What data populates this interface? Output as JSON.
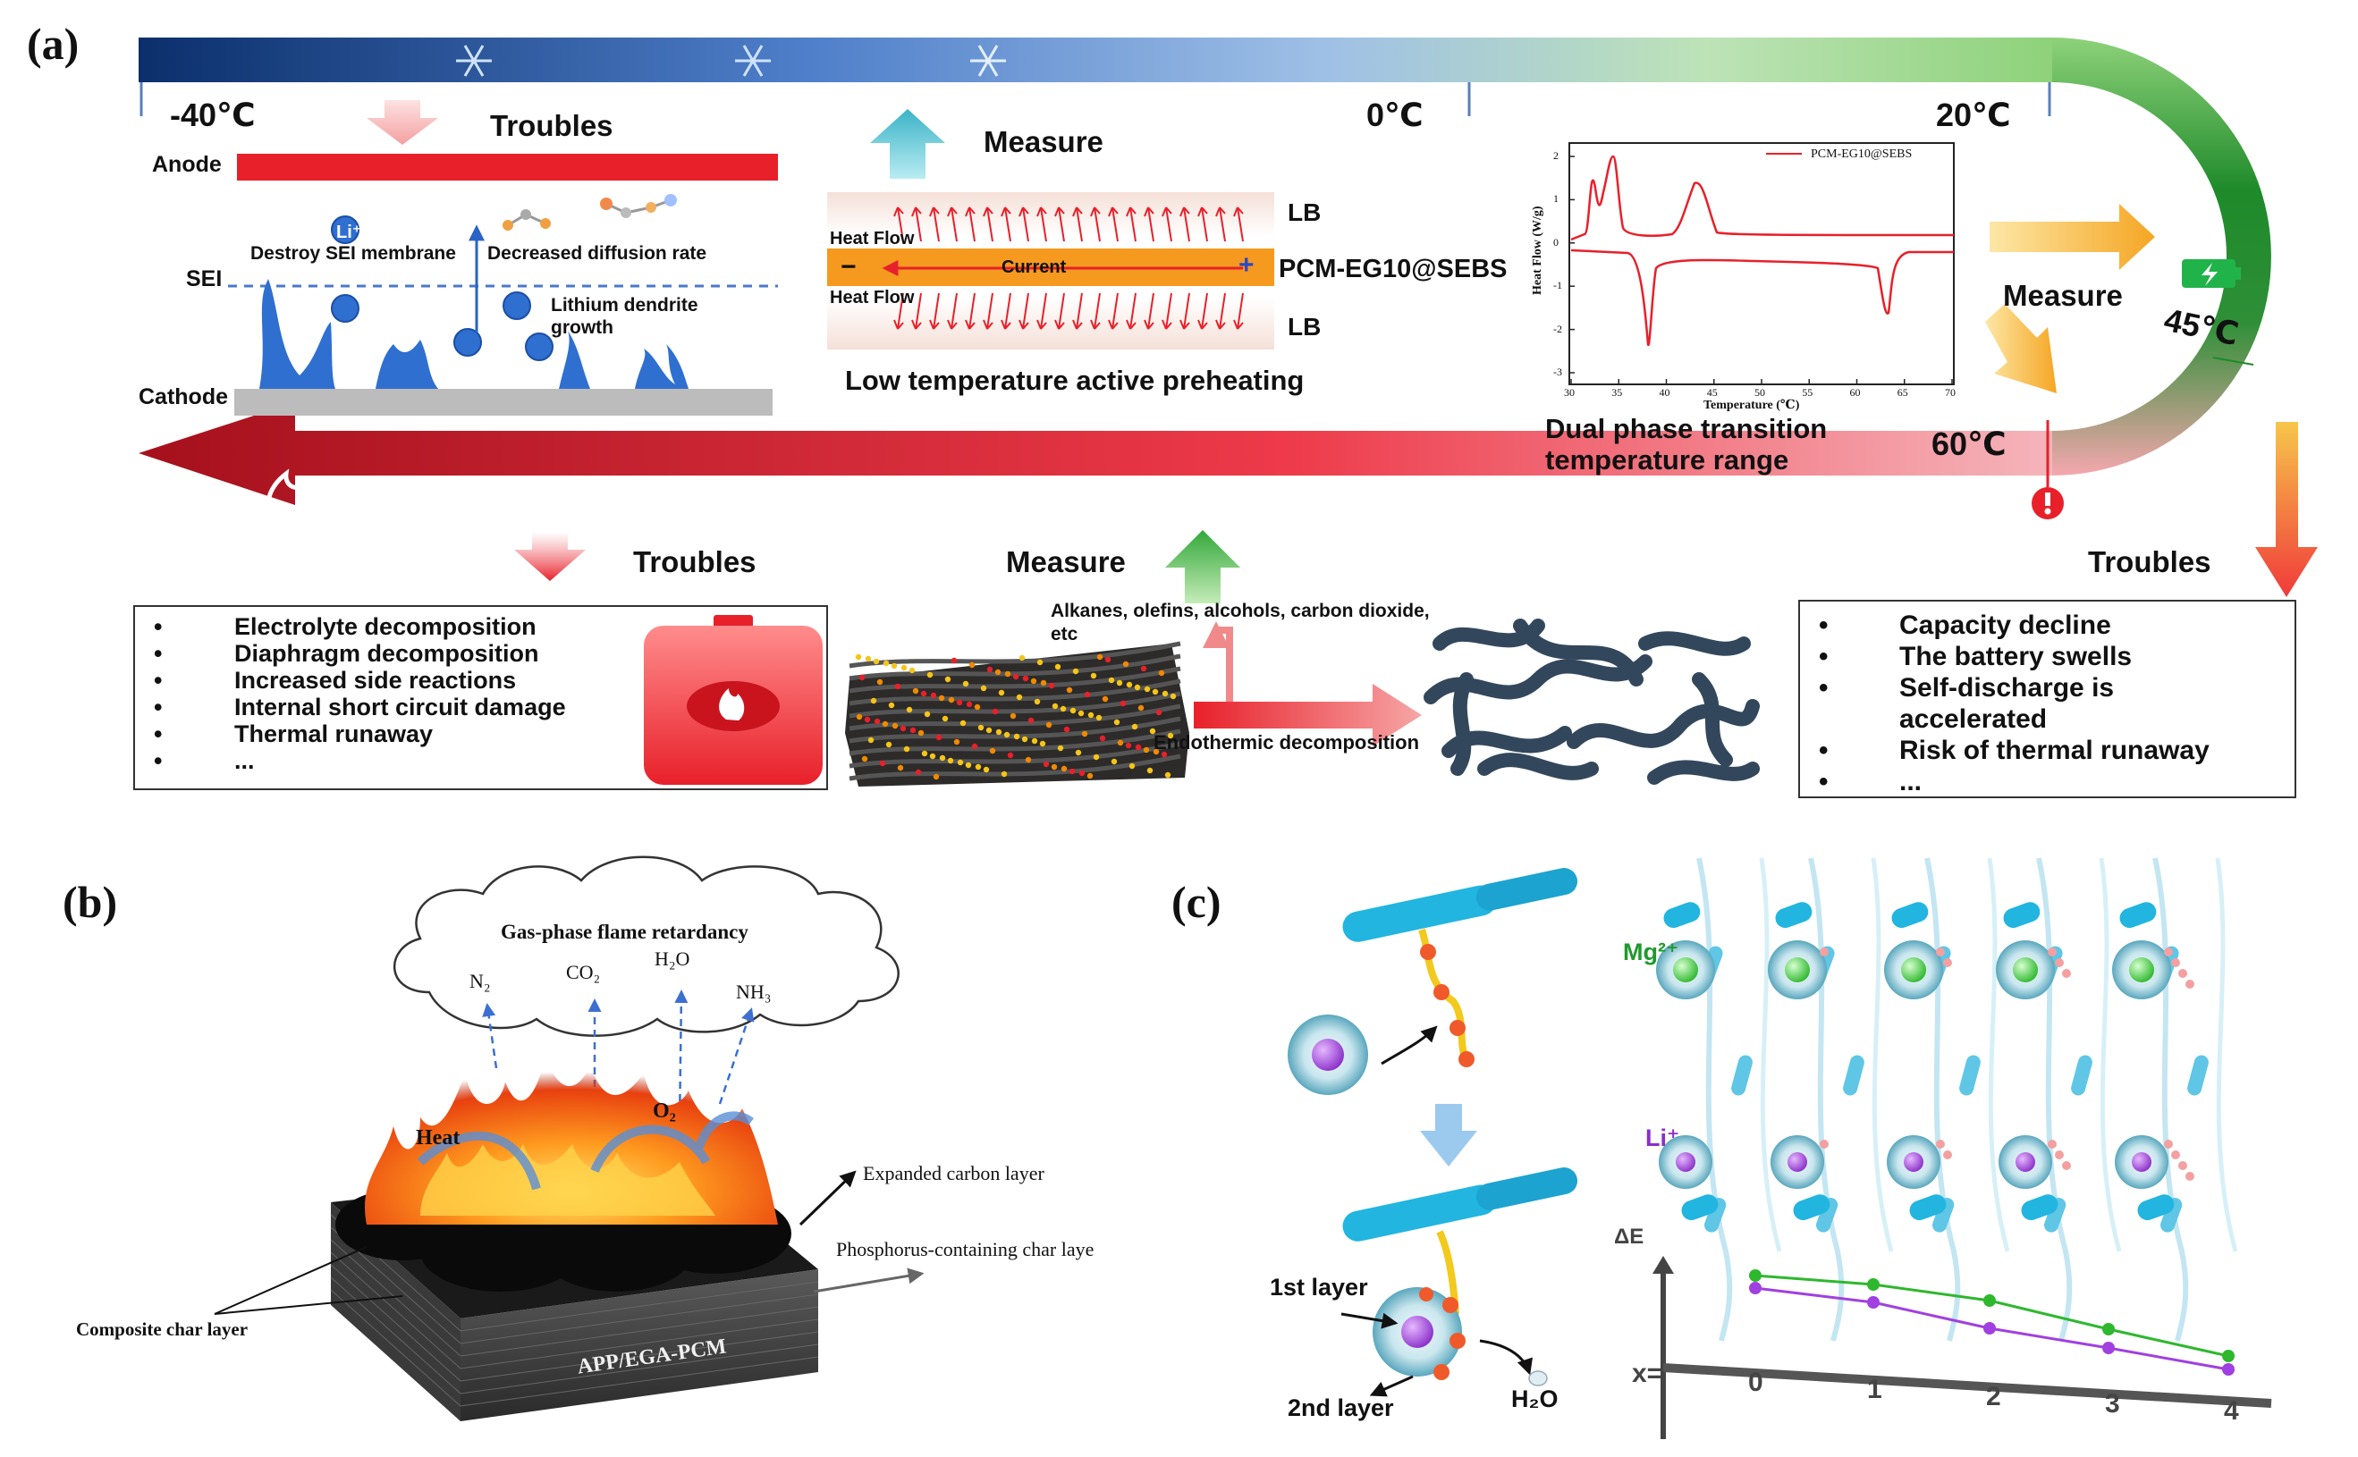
{
  "panel_labels": {
    "a": "(a)",
    "b": "(b)",
    "c": "(c)"
  },
  "top_temps": {
    "t1": "-40℃",
    "t2": "0℃",
    "t3": "20℃",
    "t4": "45℃",
    "t5": "60℃"
  },
  "low_temp": {
    "troubles": "Troubles",
    "anode": "Anode",
    "sei": "SEI",
    "cathode": "Cathode",
    "li": "Li⁺",
    "destroy_sei": "Destroy SEI membrane",
    "decreased_diffusion": "Decreased diffusion rate",
    "dendrite": "Lithium dendrite growth",
    "dendrite_line1": "Lithium dendrite",
    "dendrite_line2": "growth"
  },
  "preheat": {
    "measure": "Measure",
    "lb_top": "LB",
    "lb_bottom": "LB",
    "heat_flow_top": "Heat Flow",
    "heat_flow_bottom": "Heat Flow",
    "current": "Current",
    "minus": "−",
    "plus": "+",
    "material": "PCM-EG10@SEBS",
    "caption": "Low temperature active preheating"
  },
  "dsc": {
    "legend": "PCM-EG10@SEBS",
    "ylabel": "Heat Flow (W/g)",
    "xlabel": "Temperature (℃)",
    "xticks": [
      "30",
      "35",
      "40",
      "45",
      "50",
      "55",
      "60",
      "65",
      "70"
    ],
    "yticks": [
      "2",
      "1",
      "0",
      "-1",
      "-2",
      "-3"
    ],
    "caption_line1": "Dual phase transition",
    "caption_line2": "temperature range"
  },
  "right_measure": {
    "measure": "Measure"
  },
  "high_temp": {
    "troubles_left": "Troubles",
    "measure": "Measure",
    "troubles_right": "Troubles",
    "left_list": [
      "Electrolyte decomposition",
      "Diaphragm decomposition",
      "Increased side reactions",
      "Internal short circuit damage",
      "Thermal runaway",
      "..."
    ],
    "products_line1": "Alkanes, olefins, alcohols, carbon dioxide,",
    "products_line2": "etc",
    "endothermic": "Endothermic decomposition",
    "right_list": [
      {
        "text": "Capacity decline"
      },
      {
        "text": "The battery swells"
      },
      {
        "text": "Self-discharge is",
        "text2": "accelerated"
      },
      {
        "text": "Risk of thermal runaway"
      },
      {
        "text": "..."
      }
    ]
  },
  "panel_b": {
    "cloud_title": "Gas-phase flame retardancy",
    "gases": [
      "N₂",
      "CO₂",
      "H₂O",
      "NH₃"
    ],
    "heat": "Heat",
    "o2": "O₂",
    "expanded": "Expanded carbon layer",
    "phosphorus": "Phosphorus-containing char laye",
    "composite": "Composite char layer",
    "block": "APP/EGA-PCM"
  },
  "panel_c": {
    "mg": "Mg²⁺",
    "li": "Li⁺",
    "first_layer": "1st layer",
    "second_layer": "2nd layer",
    "h2o": "H₂O",
    "delta_e": "ΔE",
    "x_label": "x=",
    "x_ticks": [
      "0",
      "1",
      "2",
      "3",
      "4"
    ]
  },
  "colors": {
    "blue_end": "#0c3a7a",
    "red": "#e8202a",
    "green": "#1e8a2a",
    "orange": "#f5a623"
  }
}
